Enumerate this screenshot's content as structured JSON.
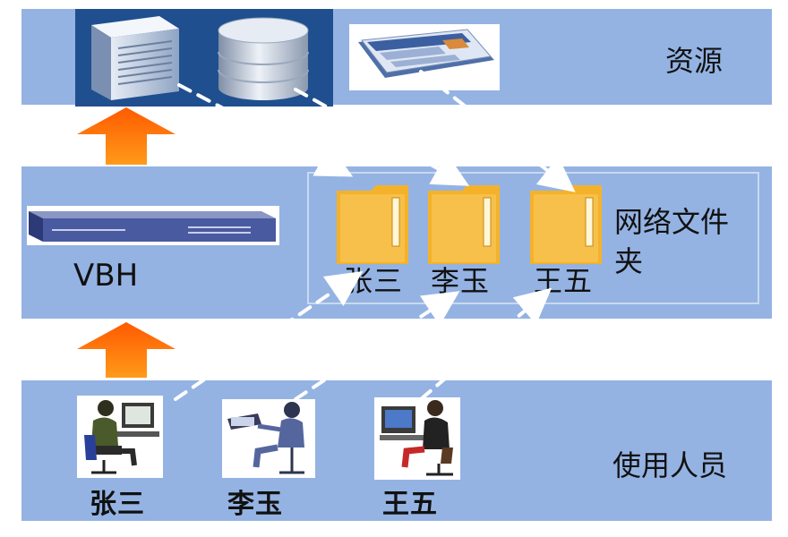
{
  "layers": {
    "top": "资源",
    "middle": "网络文件夹",
    "bottom": "使用人员"
  },
  "device": {
    "label": "VBH"
  },
  "folders": [
    "张三",
    "李玉",
    "王五"
  ],
  "users": [
    "张三",
    "李玉",
    "王五"
  ],
  "icons": {
    "resources": [
      "server-icon",
      "database-icon",
      "web-page-icon"
    ],
    "device": "network-device-icon",
    "folder": "folder-icon",
    "users": [
      "user-at-computer-icon",
      "user-at-laptop-icon",
      "user-at-desk-icon"
    ],
    "arrow": "up-arrow-icon"
  },
  "colors": {
    "band": "#94b3e3",
    "resource_box": "#1f4f8f",
    "arrow": "#ff8a00",
    "folder": "#f4b22a",
    "flow_line": "#ffffff"
  }
}
